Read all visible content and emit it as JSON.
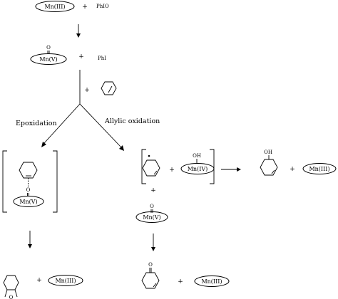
{
  "reagents": {
    "mn3": "Mn(III)",
    "plus": "+",
    "phio": "PhIO",
    "mn5": "Mn(V)",
    "phi": "PhI"
  },
  "pathways": {
    "epoxidation": "Epoxidation",
    "allylic": "Allylic oxidation"
  },
  "atoms": {
    "oxygen": "O",
    "hydroxyl": "OH"
  },
  "intermediates": {
    "epoxidation_mn": "Mn(V)",
    "allylic_mn4": "Mn(IV)",
    "allylic_mn5": "Mn(V)"
  },
  "products": {
    "alcohol_mn": "Mn(III)",
    "epoxide_mn": "Mn(III)",
    "ketone_mn": "Mn(III)"
  }
}
